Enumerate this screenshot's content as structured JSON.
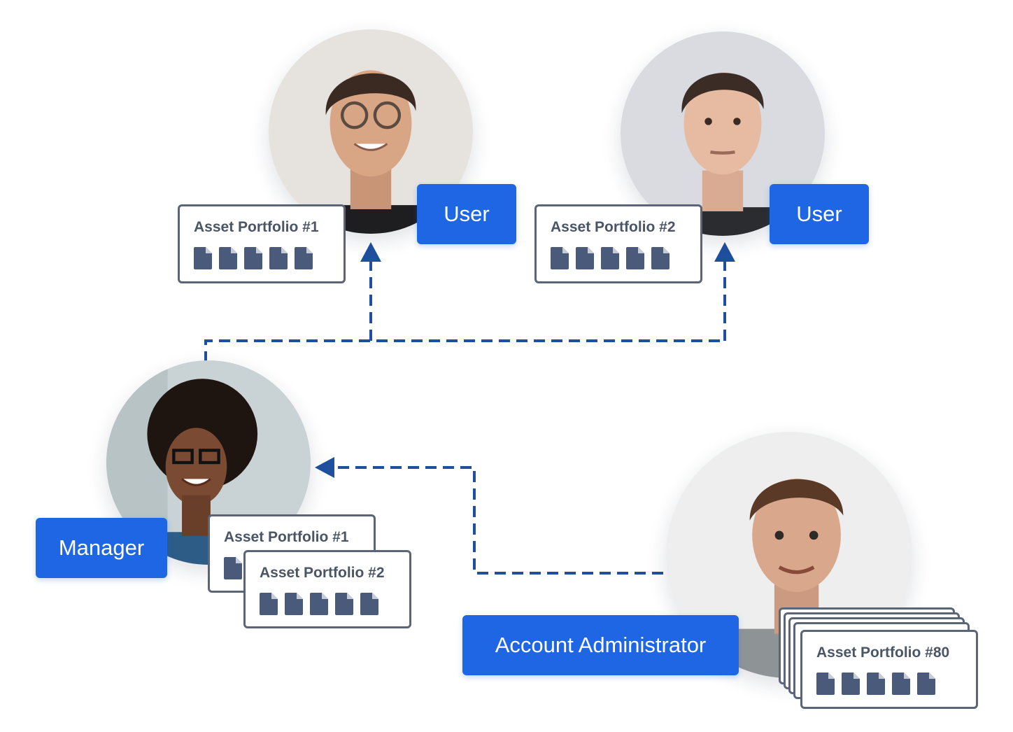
{
  "colors": {
    "accent": "#1f66e5",
    "connector": "#1f4f9f",
    "card_border": "#5b6577",
    "doc_icon": "#4a5a7a"
  },
  "nodes": {
    "user1": {
      "role": "User",
      "portfolio": "Asset Portfolio #1"
    },
    "user2": {
      "role": "User",
      "portfolio": "Asset Portfolio #2"
    },
    "manager": {
      "role": "Manager",
      "portfolios": [
        "Asset Portfolio #1",
        "Asset Portfolio #2"
      ]
    },
    "admin": {
      "role": "Account Administrator",
      "portfolio": "Asset Portfolio #80"
    }
  },
  "doc_icon": "document-icon",
  "docs_per_portfolio": 5
}
